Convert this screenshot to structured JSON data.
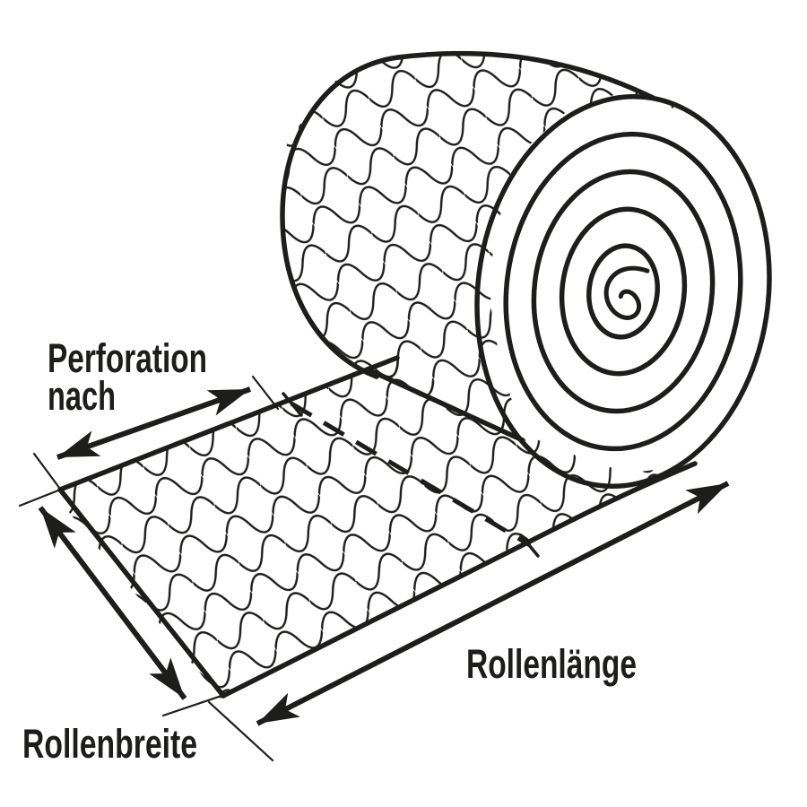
{
  "diagram": {
    "labels": {
      "perforation_line1": "Perforation",
      "perforation_line2": "nach",
      "roll_width": "Rollenbreite",
      "roll_length": "Rollenlänge"
    },
    "colors": {
      "ink": "#1d1d1b",
      "background": "#ffffff"
    }
  }
}
